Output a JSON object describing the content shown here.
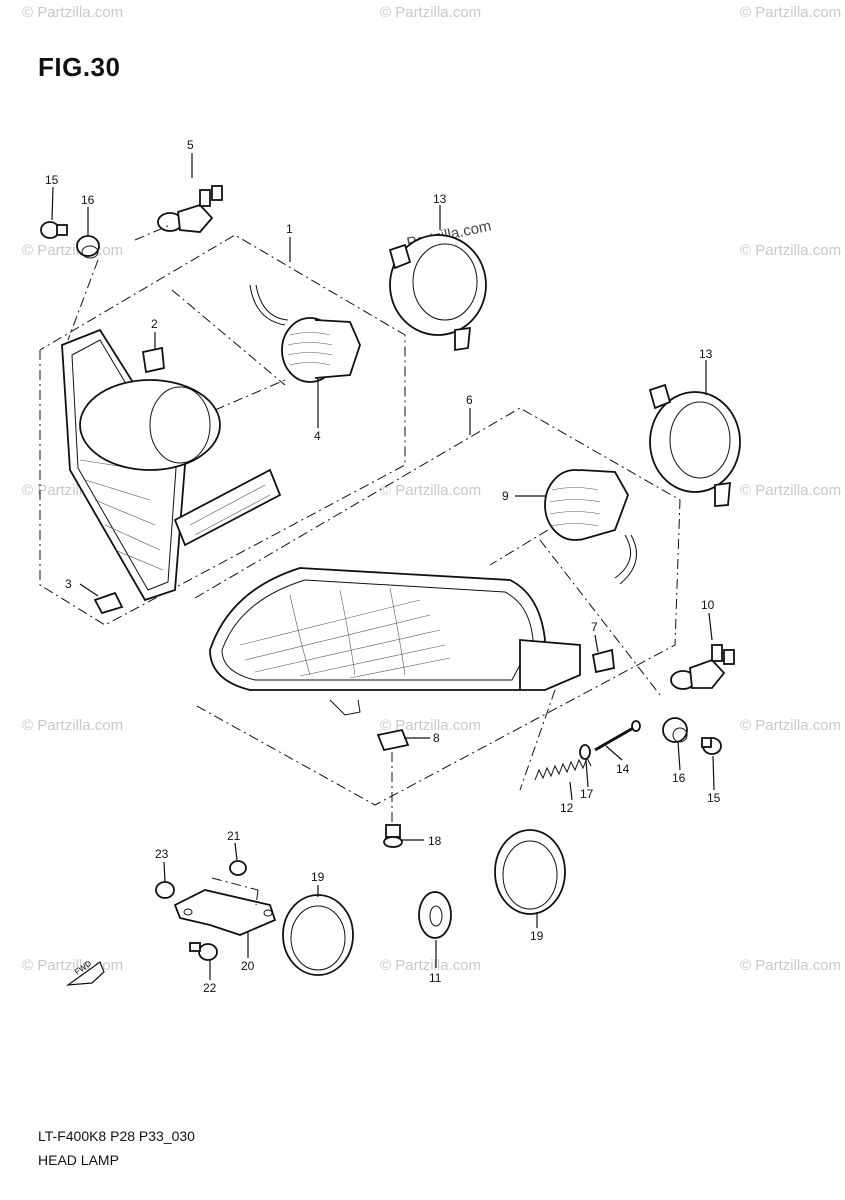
{
  "figure": {
    "title": "FIG.30",
    "code": "LT-F400K8 P28 P33_030",
    "name": "HEAD LAMP"
  },
  "watermark": "© Partzilla.com",
  "watermark_center": "Partzilla.com",
  "fwd_label": "FWD",
  "callouts": {
    "c1": "1",
    "c2": "2",
    "c3": "3",
    "c4": "4",
    "c5": "5",
    "c6": "6",
    "c7": "7",
    "c8": "8",
    "c9": "9",
    "c10": "10",
    "c11": "11",
    "c12": "12",
    "c13a": "13",
    "c13b": "13",
    "c14": "14",
    "c15a": "15",
    "c15b": "15",
    "c16a": "16",
    "c16b": "16",
    "c17": "17",
    "c18": "18",
    "c19a": "19",
    "c19b": "19",
    "c20": "20",
    "c21": "21",
    "c22": "22",
    "c23": "23"
  }
}
